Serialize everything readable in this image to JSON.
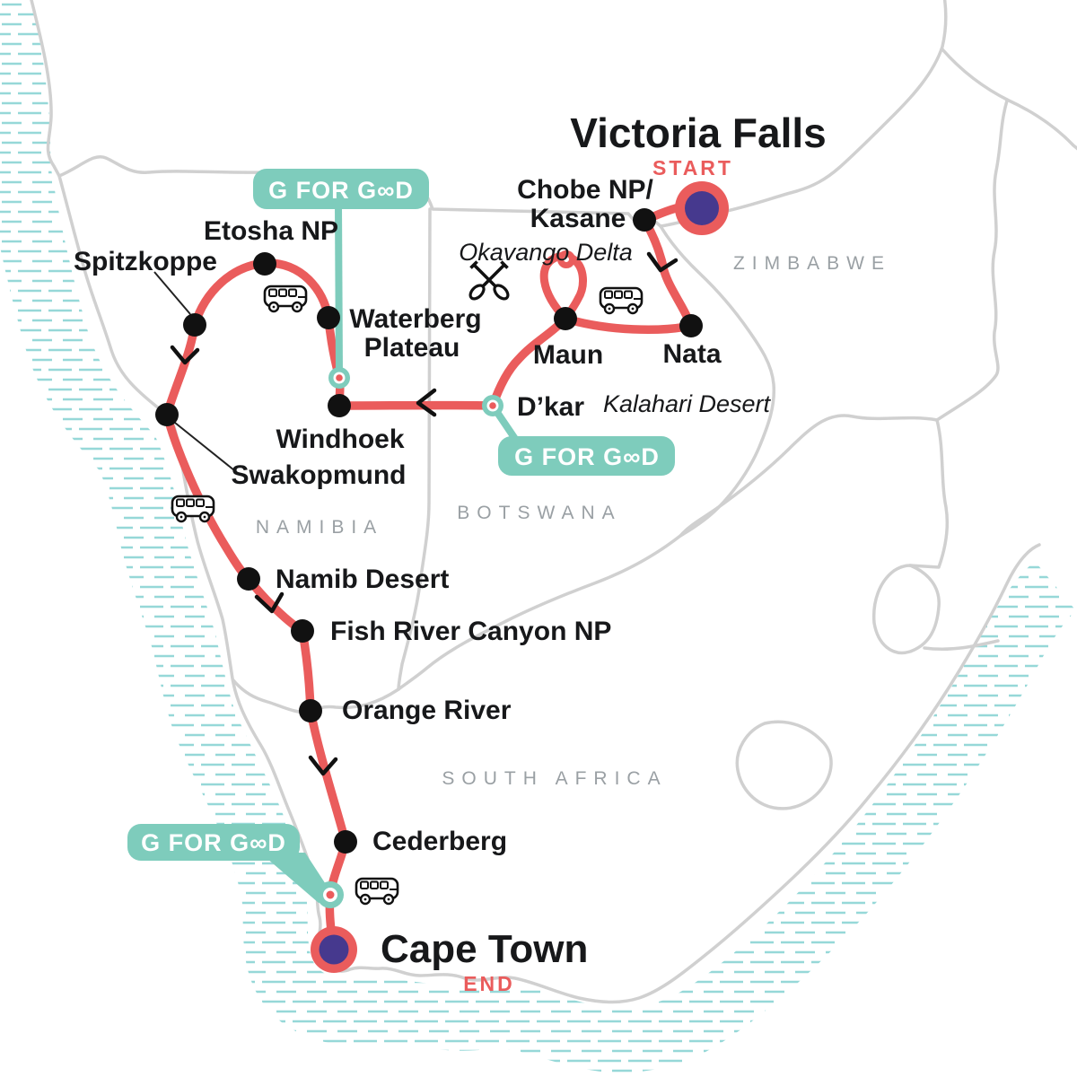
{
  "map_title": "Victoria Falls to Cape Town tour route map",
  "endpoints": {
    "start_city": "Victoria Falls",
    "start_tag": "START",
    "end_city": "Cape Town",
    "end_tag": "END"
  },
  "badge": {
    "label": "G FOR G∞D"
  },
  "stops": {
    "chobe_line1": "Chobe NP/",
    "chobe_line2": "Kasane",
    "nata": "Nata",
    "maun": "Maun",
    "dkar": "D’kar",
    "windhoek": "Windhoek",
    "waterberg_line1": "Waterberg",
    "waterberg_line2": "Plateau",
    "etosha": "Etosha NP",
    "spitzkoppe": "Spitzkoppe",
    "swakopmund": "Swakopmund",
    "namib": "Namib Desert",
    "fish_river": "Fish River Canyon NP",
    "orange_river": "Orange River",
    "cederberg": "Cederberg"
  },
  "regions": {
    "okavango": "Okavango Delta",
    "kalahari": "Kalahari Desert"
  },
  "countries": {
    "zimbabwe": "ZIMBABWE",
    "botswana": "BOTSWANA",
    "namibia": "NAMIBIA",
    "south_africa": "SOUTH AFRICA"
  },
  "icons": [
    "bus-icon",
    "paddles-icon"
  ],
  "colors": {
    "route": "#EA5C5C",
    "marker_inner": "#46398E",
    "badge_teal": "#7ECCBC",
    "coast_hatch": "#96D8D8",
    "border_gray": "#D0D0D0",
    "label_black": "#17181A",
    "country_gray": "#9AA0A4"
  }
}
